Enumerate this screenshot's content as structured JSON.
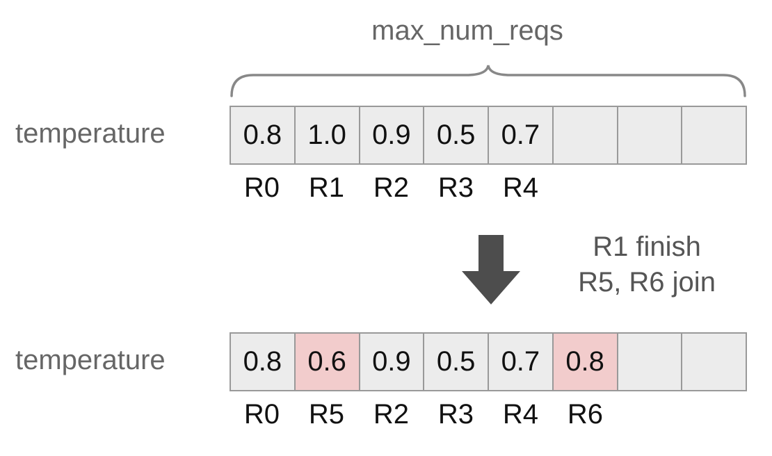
{
  "title": "max_num_reqs",
  "colors": {
    "cell_bg": "#ececec",
    "cell_highlight": "#f2cccc",
    "border": "#999999",
    "gray_text": "#666666",
    "arrow": "#4d4d4d"
  },
  "rows": [
    {
      "label": "temperature",
      "cells": [
        {
          "value": "0.8",
          "req": "R0",
          "highlight": false
        },
        {
          "value": "1.0",
          "req": "R1",
          "highlight": false
        },
        {
          "value": "0.9",
          "req": "R2",
          "highlight": false
        },
        {
          "value": "0.5",
          "req": "R3",
          "highlight": false
        },
        {
          "value": "0.7",
          "req": "R4",
          "highlight": false
        },
        {
          "value": "",
          "req": "",
          "highlight": false
        },
        {
          "value": "",
          "req": "",
          "highlight": false
        },
        {
          "value": "",
          "req": "",
          "highlight": false
        }
      ]
    },
    {
      "label": "temperature",
      "cells": [
        {
          "value": "0.8",
          "req": "R0",
          "highlight": false
        },
        {
          "value": "0.6",
          "req": "R5",
          "highlight": true
        },
        {
          "value": "0.9",
          "req": "R2",
          "highlight": false
        },
        {
          "value": "0.5",
          "req": "R3",
          "highlight": false
        },
        {
          "value": "0.7",
          "req": "R4",
          "highlight": false
        },
        {
          "value": "0.8",
          "req": "R6",
          "highlight": true
        },
        {
          "value": "",
          "req": "",
          "highlight": false
        },
        {
          "value": "",
          "req": "",
          "highlight": false
        }
      ]
    }
  ],
  "transition": {
    "line1": "R1 finish",
    "line2": "R5, R6 join"
  }
}
